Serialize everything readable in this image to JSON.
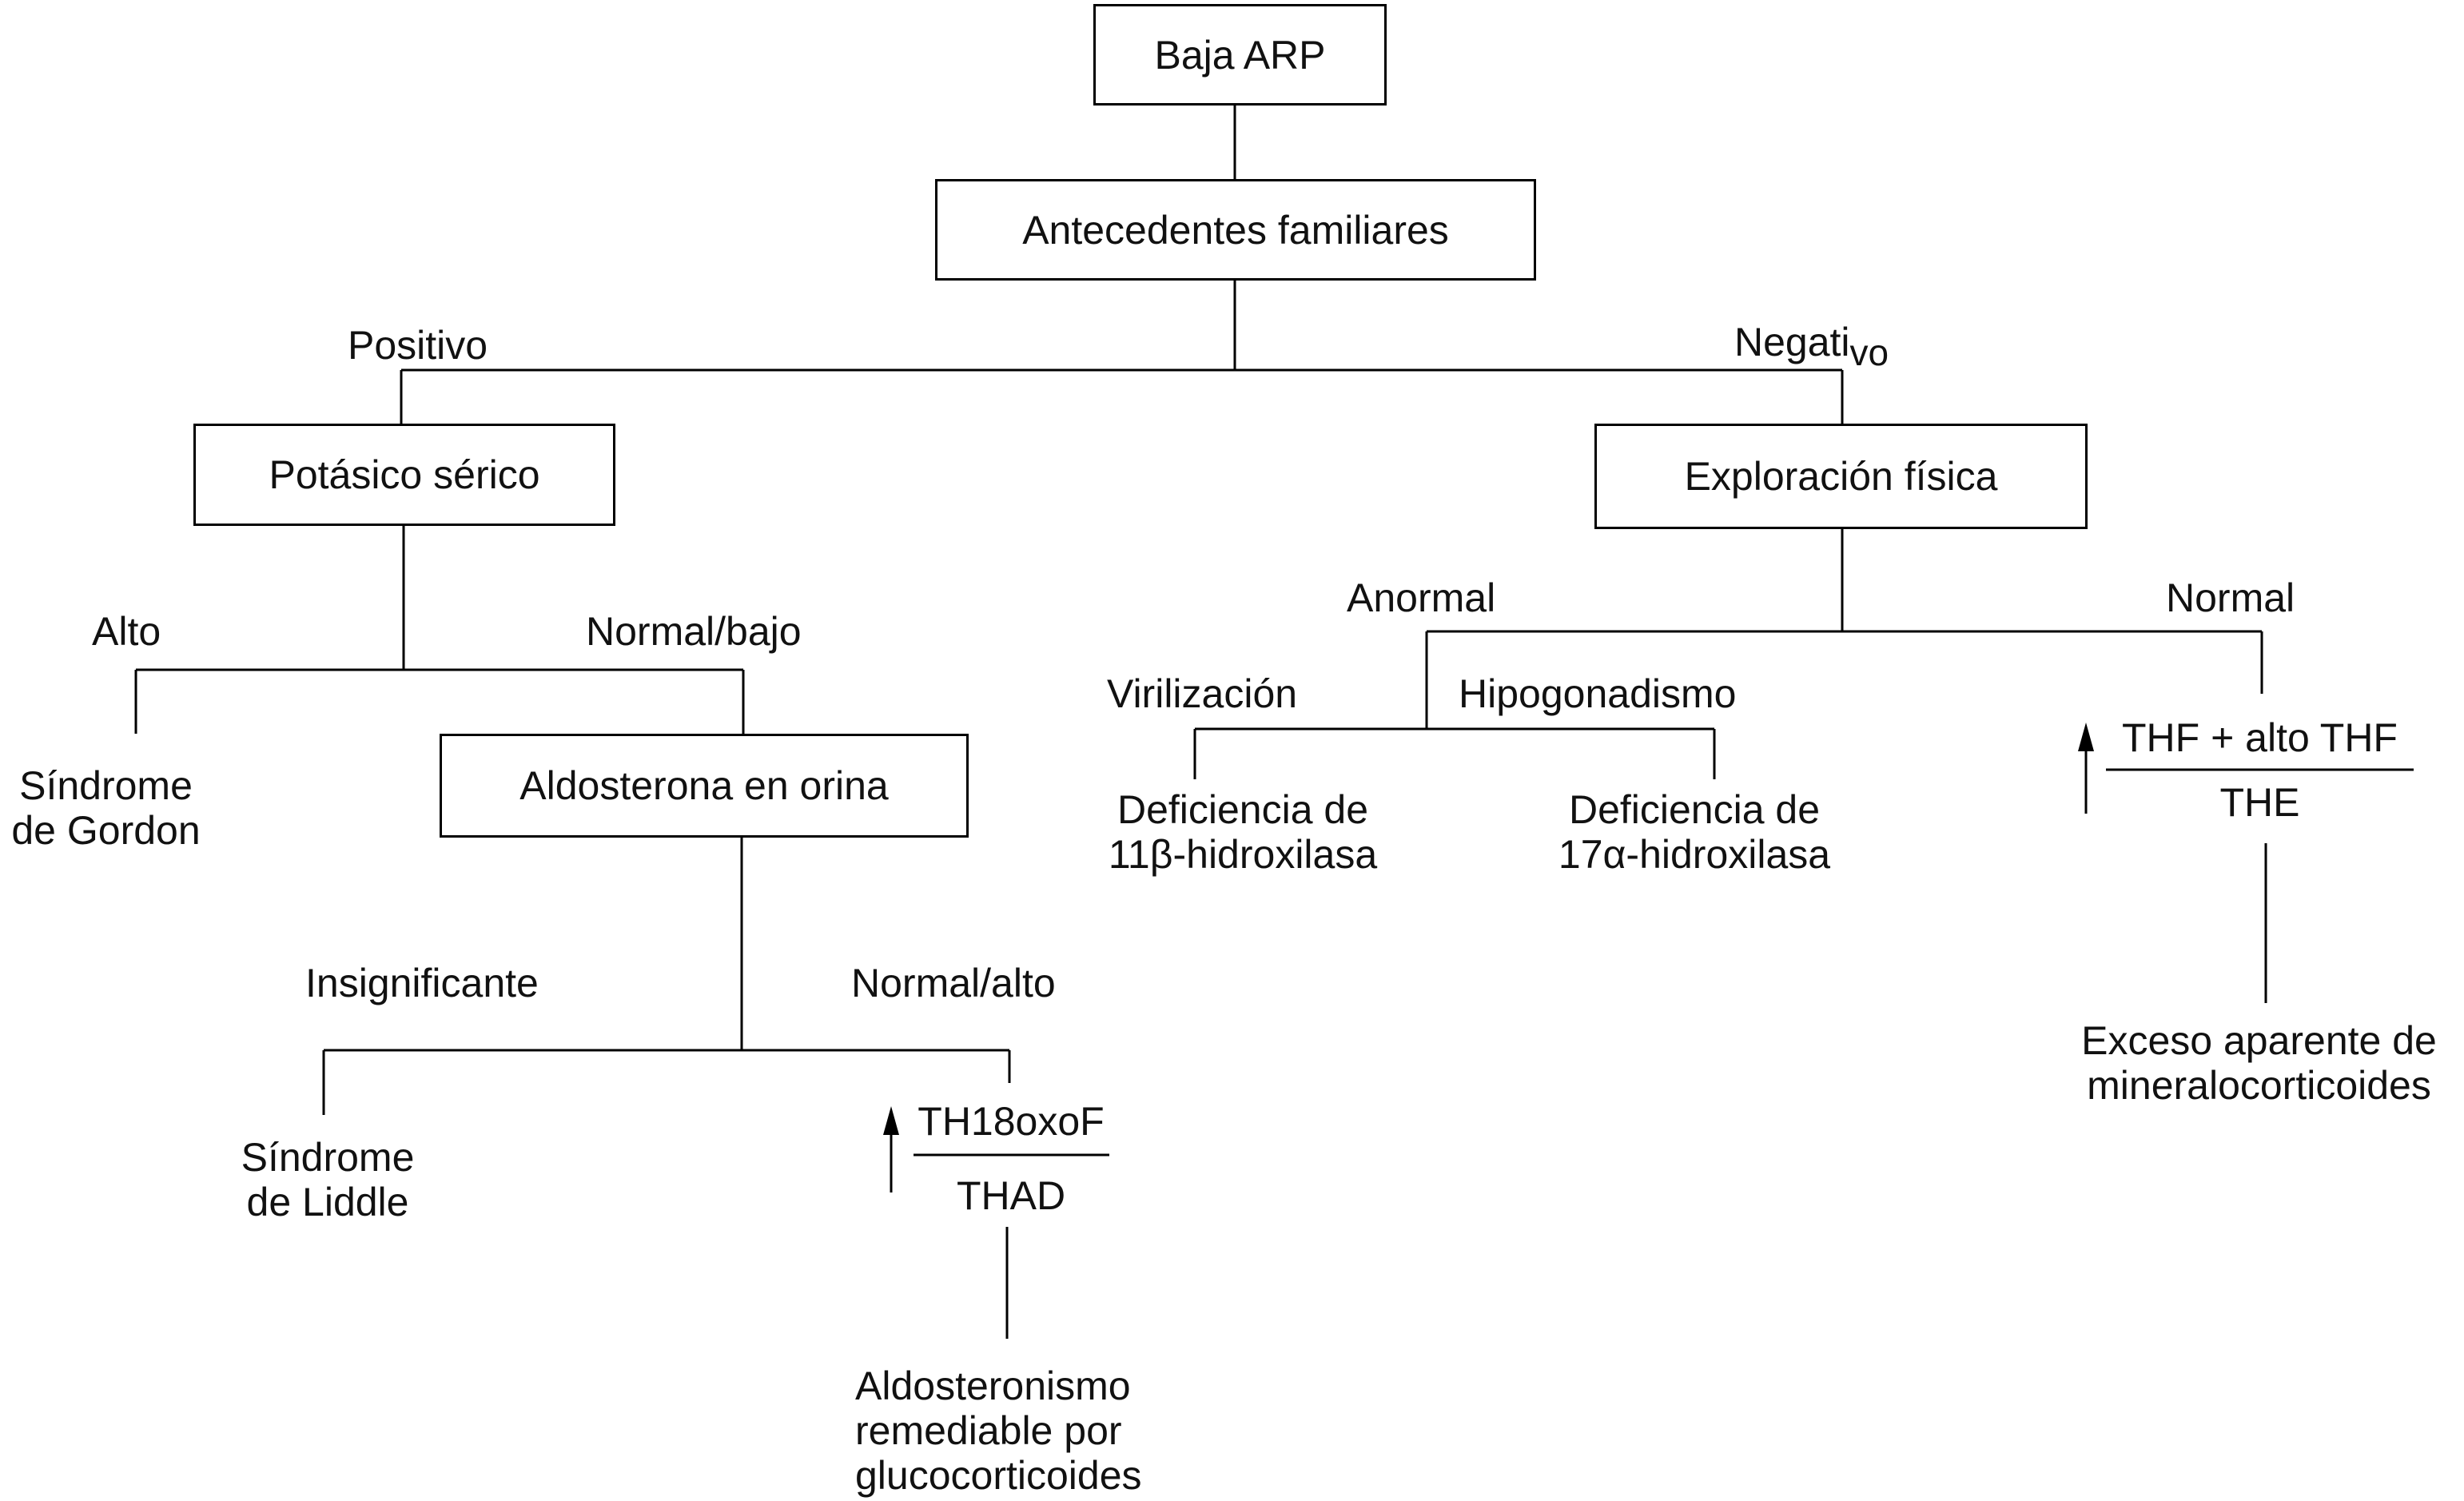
{
  "nodes": {
    "baja_arp": "Baja ARP",
    "antecedentes": "Antecedentes familiares",
    "potasico": "Potásico sérico",
    "exploracion": "Exploración física",
    "aldosterona_orina": "Aldosterona en orina"
  },
  "edges": {
    "positivo": "Positivo",
    "negativo_main": "Negati",
    "negativo_sub": "vo",
    "alto": "Alto",
    "normal_bajo": "Normal/bajo",
    "anormal": "Anormal",
    "normal": "Normal",
    "virilizacion": "Virilización",
    "hipogonadismo": "Hipogonadismo",
    "insignificante": "Insignificante",
    "normal_alto": "Normal/alto"
  },
  "outcomes": {
    "gordon": [
      "Síndrome",
      "de Gordon"
    ],
    "deficiencia_11": [
      "Deficiencia de",
      "11β-hidroxilasa"
    ],
    "deficiencia_17": [
      "Deficiencia de",
      "17α-hidroxilasa"
    ],
    "liddle": [
      "Síndrome",
      "de Liddle"
    ],
    "aldosteronismo": [
      "Aldosteronismo",
      "remediable por",
      "glucocorticoides"
    ],
    "exceso": [
      "Exceso aparente de",
      "mineralocorticoides"
    ]
  },
  "ratios": {
    "thf_numerator": "THF + alto THF",
    "thf_denominator": "THE",
    "th18_numerator": "TH18oxoF",
    "th18_denominator": "THAD"
  }
}
